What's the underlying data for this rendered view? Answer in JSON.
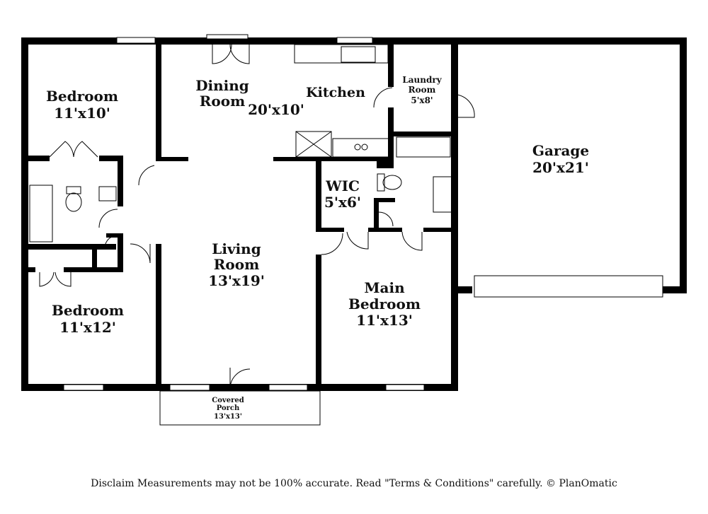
{
  "rooms": {
    "bedroom1": {
      "name": "Bedroom",
      "size": "11'x10'"
    },
    "dining": {
      "name1": "Dining",
      "name2": "Room",
      "size": "20'x10'"
    },
    "kitchen": {
      "name": "Kitchen"
    },
    "laundry": {
      "name1": "Laundry",
      "name2": "Room",
      "size": "5'x8'"
    },
    "garage": {
      "name": "Garage",
      "size": "20'x21'"
    },
    "wic": {
      "name": "WIC",
      "size": "5'x6'"
    },
    "living": {
      "name1": "Living",
      "name2": "Room",
      "size": "13'x19'"
    },
    "bedroom2": {
      "name": "Bedroom",
      "size": "11'x12'"
    },
    "main_bedroom": {
      "name1": "Main",
      "name2": "Bedroom",
      "size": "11'x13'"
    },
    "porch": {
      "name1": "Covered",
      "name2": "Porch",
      "size": "13'x13'"
    }
  },
  "disclaimer": "Disclaim     Measurements may not be 100% accurate. Read \"Terms & Conditions\" carefully. © PlanOmatic"
}
